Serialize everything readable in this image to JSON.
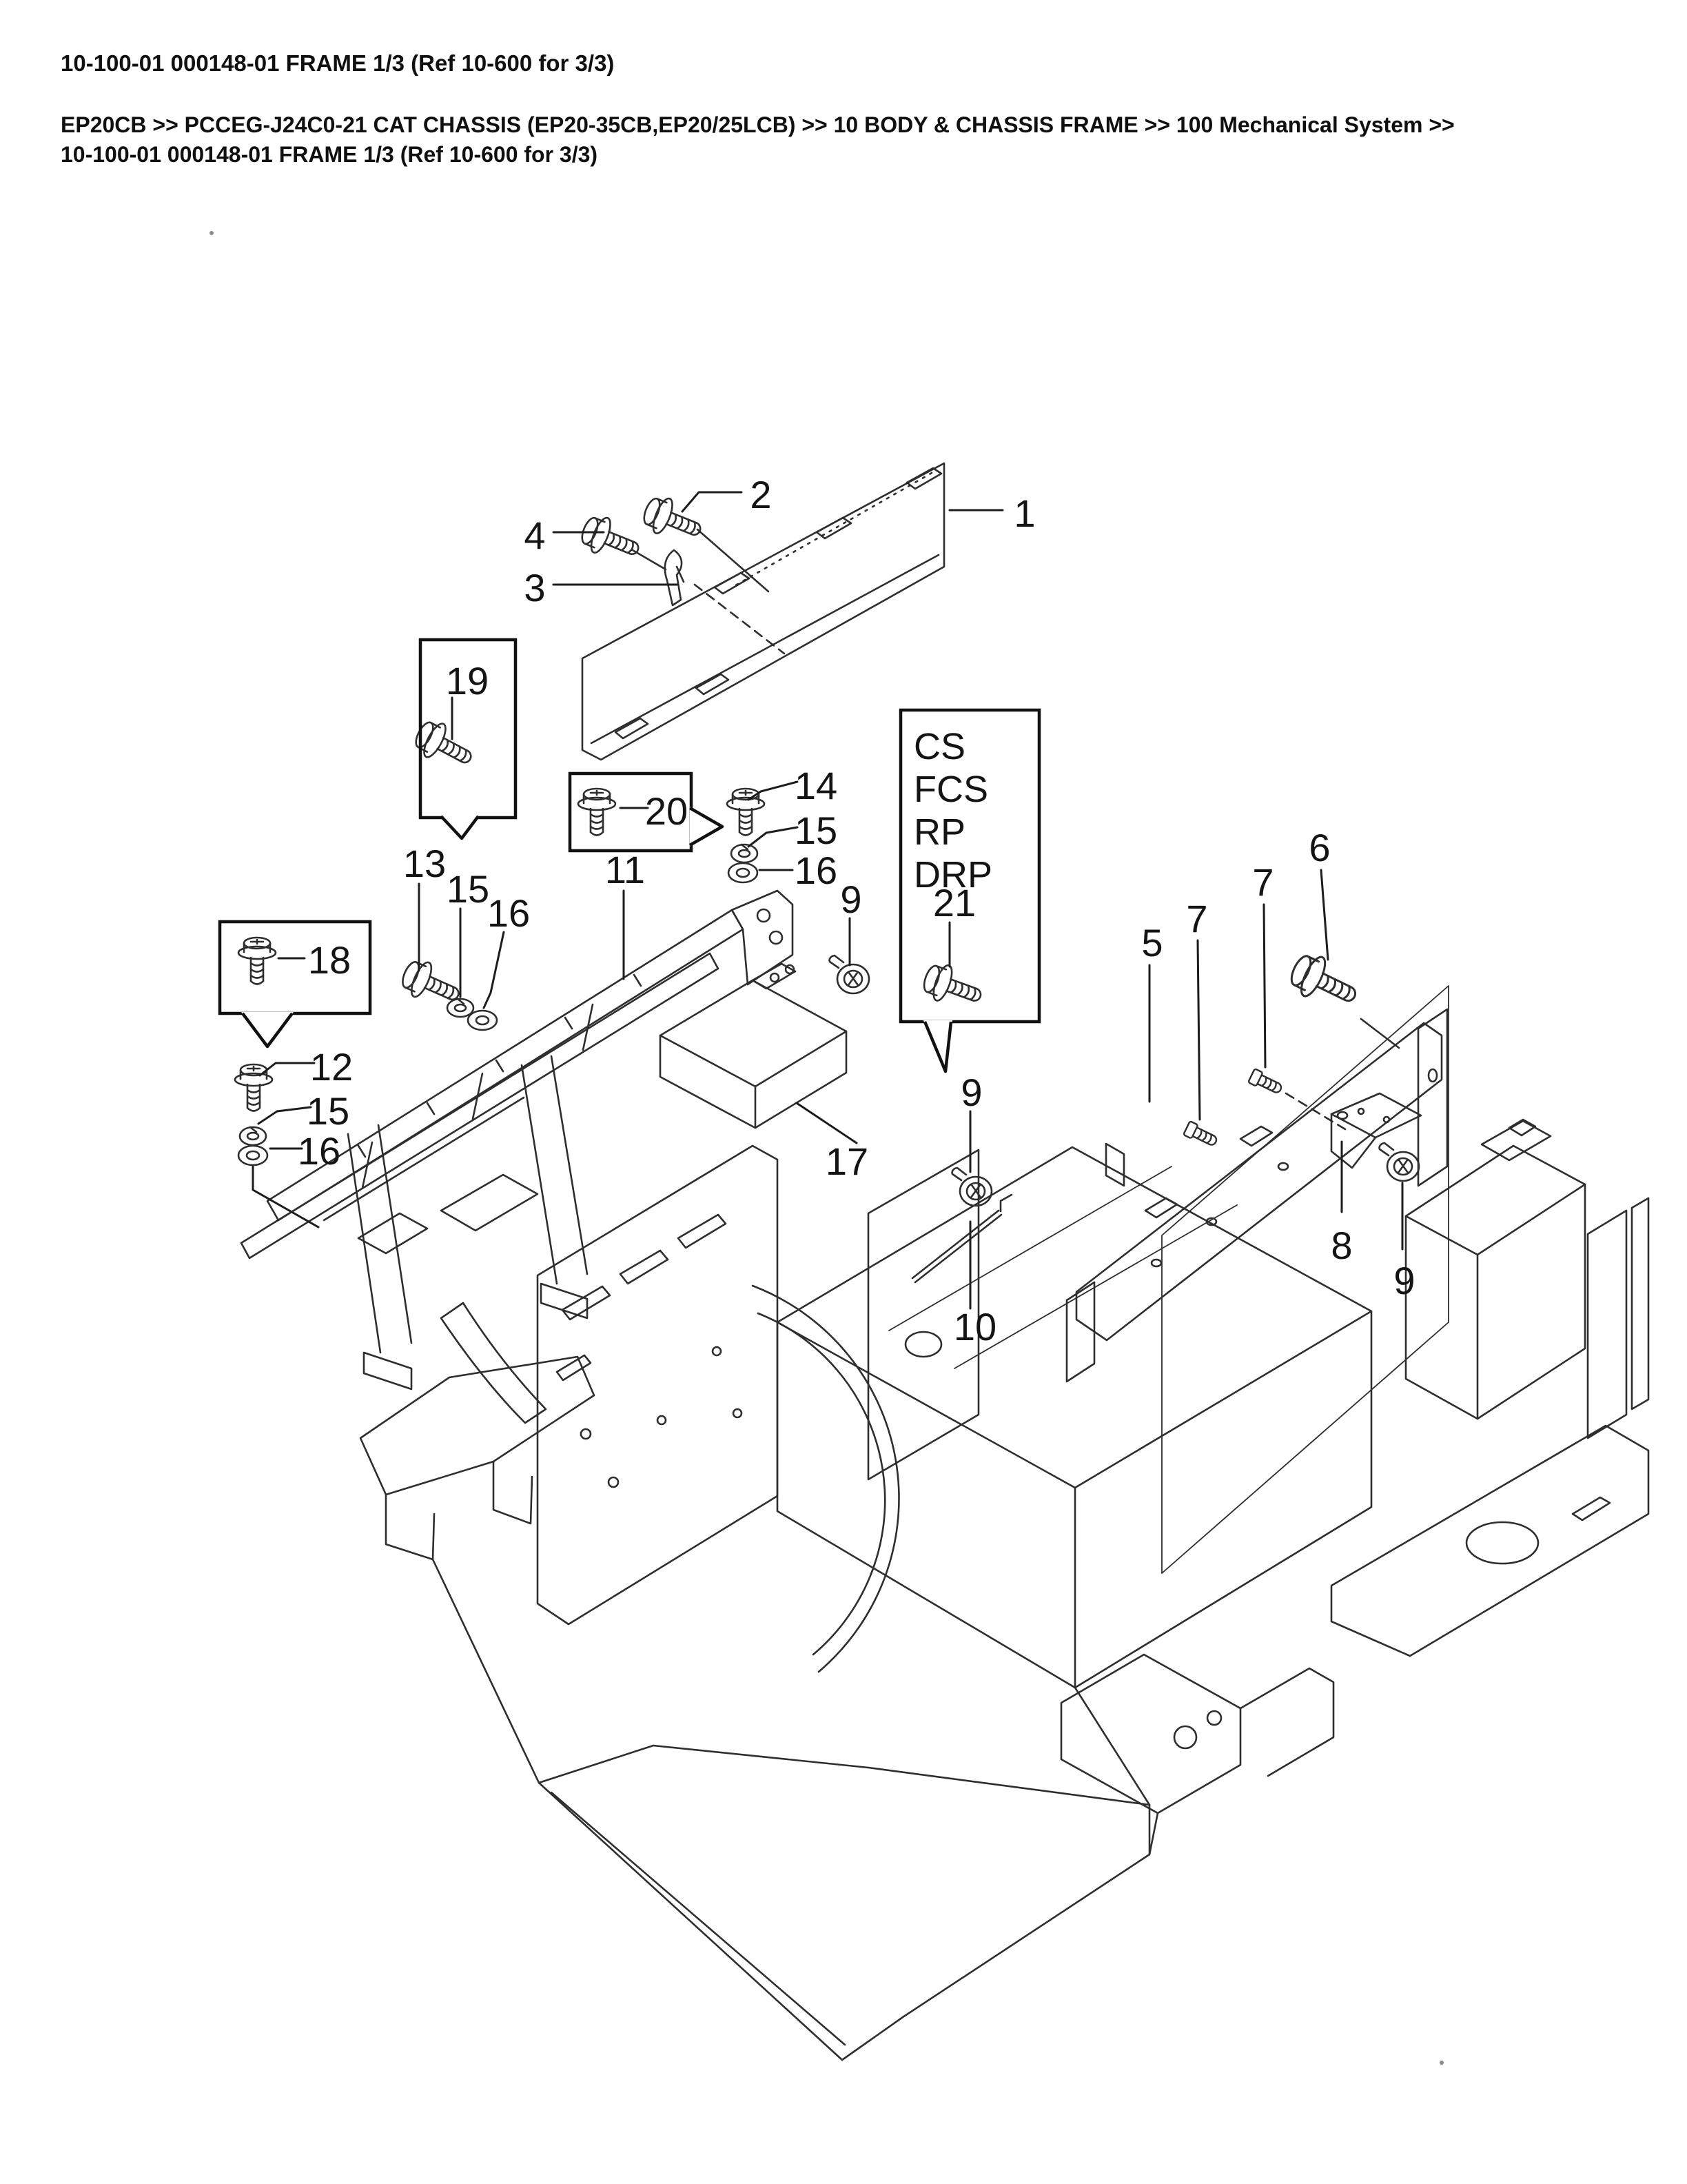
{
  "page": {
    "title": "10-100-01 000148-01 FRAME 1/3 (Ref 10-600 for 3/3)",
    "breadcrumb_line1": "EP20CB >> PCCEG-J24C0-21 CAT CHASSIS (EP20-35CB,EP20/25LCB) >> 10 BODY & CHASSIS FRAME >> 100 Mechanical System >>",
    "breadcrumb_line2": "10-100-01 000148-01 FRAME 1/3 (Ref 10-600 for 3/3)"
  },
  "diagram": {
    "callouts": [
      {
        "label": "1"
      },
      {
        "label": "2"
      },
      {
        "label": "3"
      },
      {
        "label": "4"
      },
      {
        "label": "19"
      },
      {
        "label": "20"
      },
      {
        "label": "14"
      },
      {
        "label": "15"
      },
      {
        "label": "16"
      },
      {
        "label": "13"
      },
      {
        "label": "15"
      },
      {
        "label": "16"
      },
      {
        "label": "11"
      },
      {
        "label": "9"
      },
      {
        "label": "18"
      },
      {
        "label": "12"
      },
      {
        "label": "15"
      },
      {
        "label": "16"
      },
      {
        "label": "17"
      },
      {
        "label": "9"
      },
      {
        "label": "10"
      },
      {
        "label": "21"
      },
      {
        "label": "5"
      },
      {
        "label": "7"
      },
      {
        "label": "7"
      },
      {
        "label": "6"
      },
      {
        "label": "8"
      },
      {
        "label": "9"
      }
    ],
    "variant_box": {
      "lines": [
        "CS",
        "FCS",
        "RP",
        "DRP"
      ]
    }
  }
}
